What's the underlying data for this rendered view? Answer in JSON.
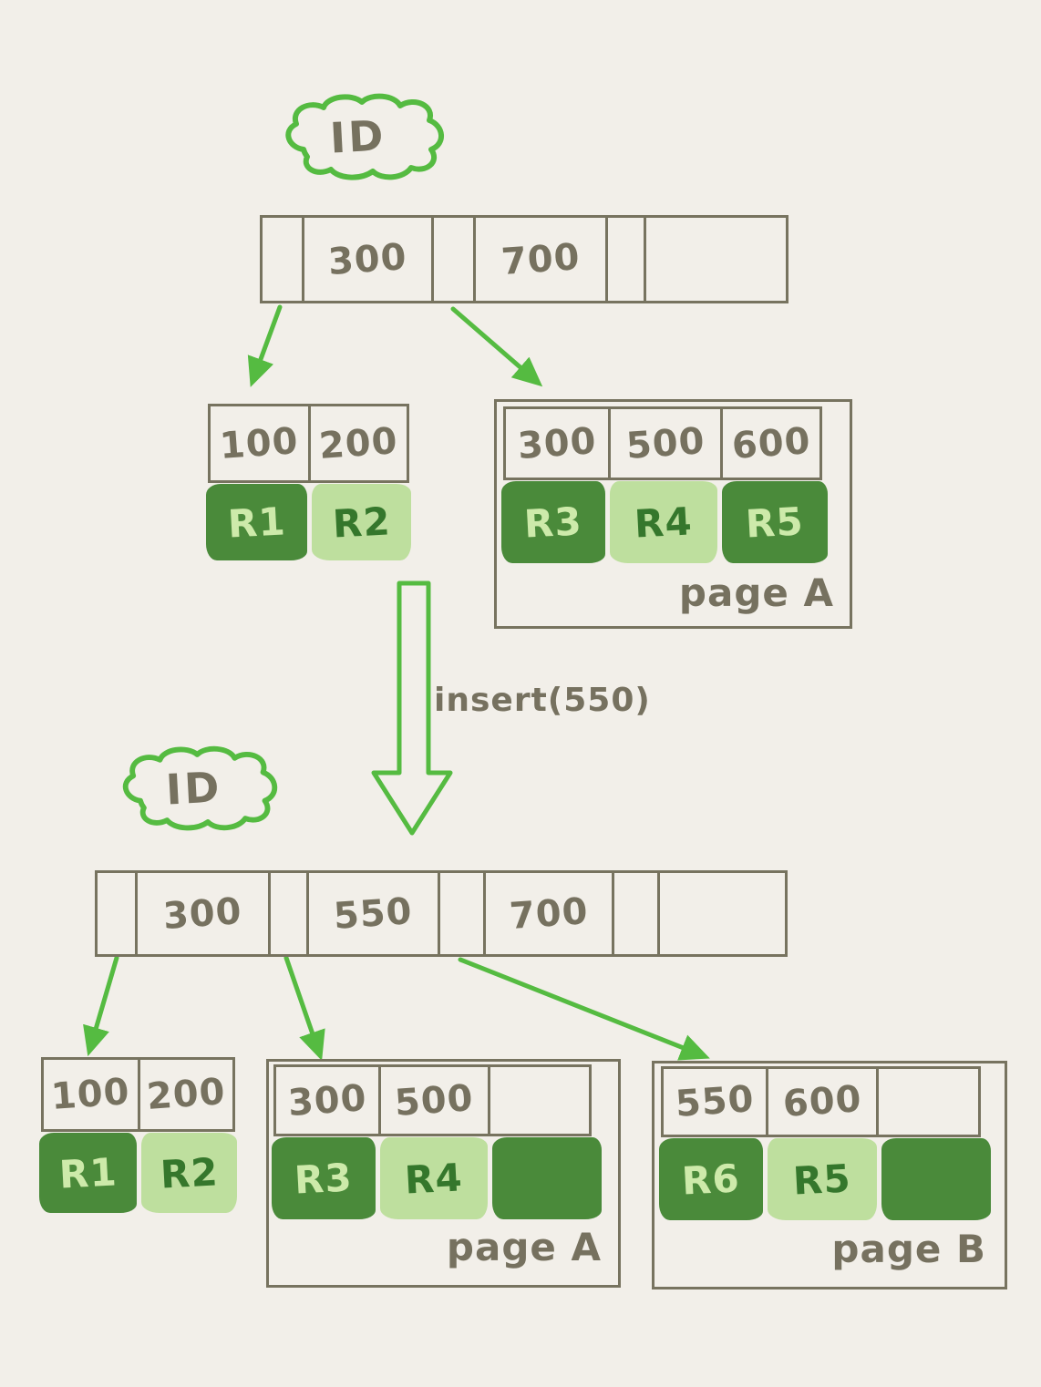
{
  "title": "B-tree index page split on insert",
  "colors": {
    "background": "#f2efe9",
    "box_border": "#77735f",
    "ink": "#76715f",
    "dark_green": "#4a8a3a",
    "light_green": "#bedf9e",
    "text_on_dark_green": "#cdeaaa",
    "text_on_light_green": "#35772c",
    "arrow_green": "#55bb41"
  },
  "top_diagram": {
    "cloud_label": "ID",
    "root": {
      "cells": [
        "",
        "300",
        "",
        "700",
        "",
        ""
      ]
    },
    "leaf_left": {
      "headers": [
        "100",
        "200"
      ],
      "records": [
        {
          "label": "R1",
          "variant": "dark"
        },
        {
          "label": "R2",
          "variant": "light"
        }
      ]
    },
    "page_a": {
      "headers": [
        "300",
        "500",
        "600"
      ],
      "records": [
        {
          "label": "R3",
          "variant": "dark"
        },
        {
          "label": "R4",
          "variant": "light"
        },
        {
          "label": "R5",
          "variant": "dark"
        }
      ],
      "page_label": "page A"
    }
  },
  "transition": {
    "label": "insert(550)"
  },
  "bottom_diagram": {
    "cloud_label": "ID",
    "root": {
      "cells": [
        "",
        "300",
        "",
        "550",
        "",
        "700",
        "",
        ""
      ]
    },
    "leaf_left": {
      "headers": [
        "100",
        "200"
      ],
      "records": [
        {
          "label": "R1",
          "variant": "dark"
        },
        {
          "label": "R2",
          "variant": "light"
        }
      ]
    },
    "page_a": {
      "headers": [
        "300",
        "500",
        ""
      ],
      "records": [
        {
          "label": "R3",
          "variant": "dark"
        },
        {
          "label": "R4",
          "variant": "light"
        },
        {
          "label": "",
          "variant": "dark"
        }
      ],
      "page_label": "page A"
    },
    "page_b": {
      "headers": [
        "550",
        "600",
        ""
      ],
      "records": [
        {
          "label": "R6",
          "variant": "dark"
        },
        {
          "label": "R5",
          "variant": "light"
        },
        {
          "label": "",
          "variant": "dark"
        }
      ],
      "page_label": "page B"
    }
  }
}
